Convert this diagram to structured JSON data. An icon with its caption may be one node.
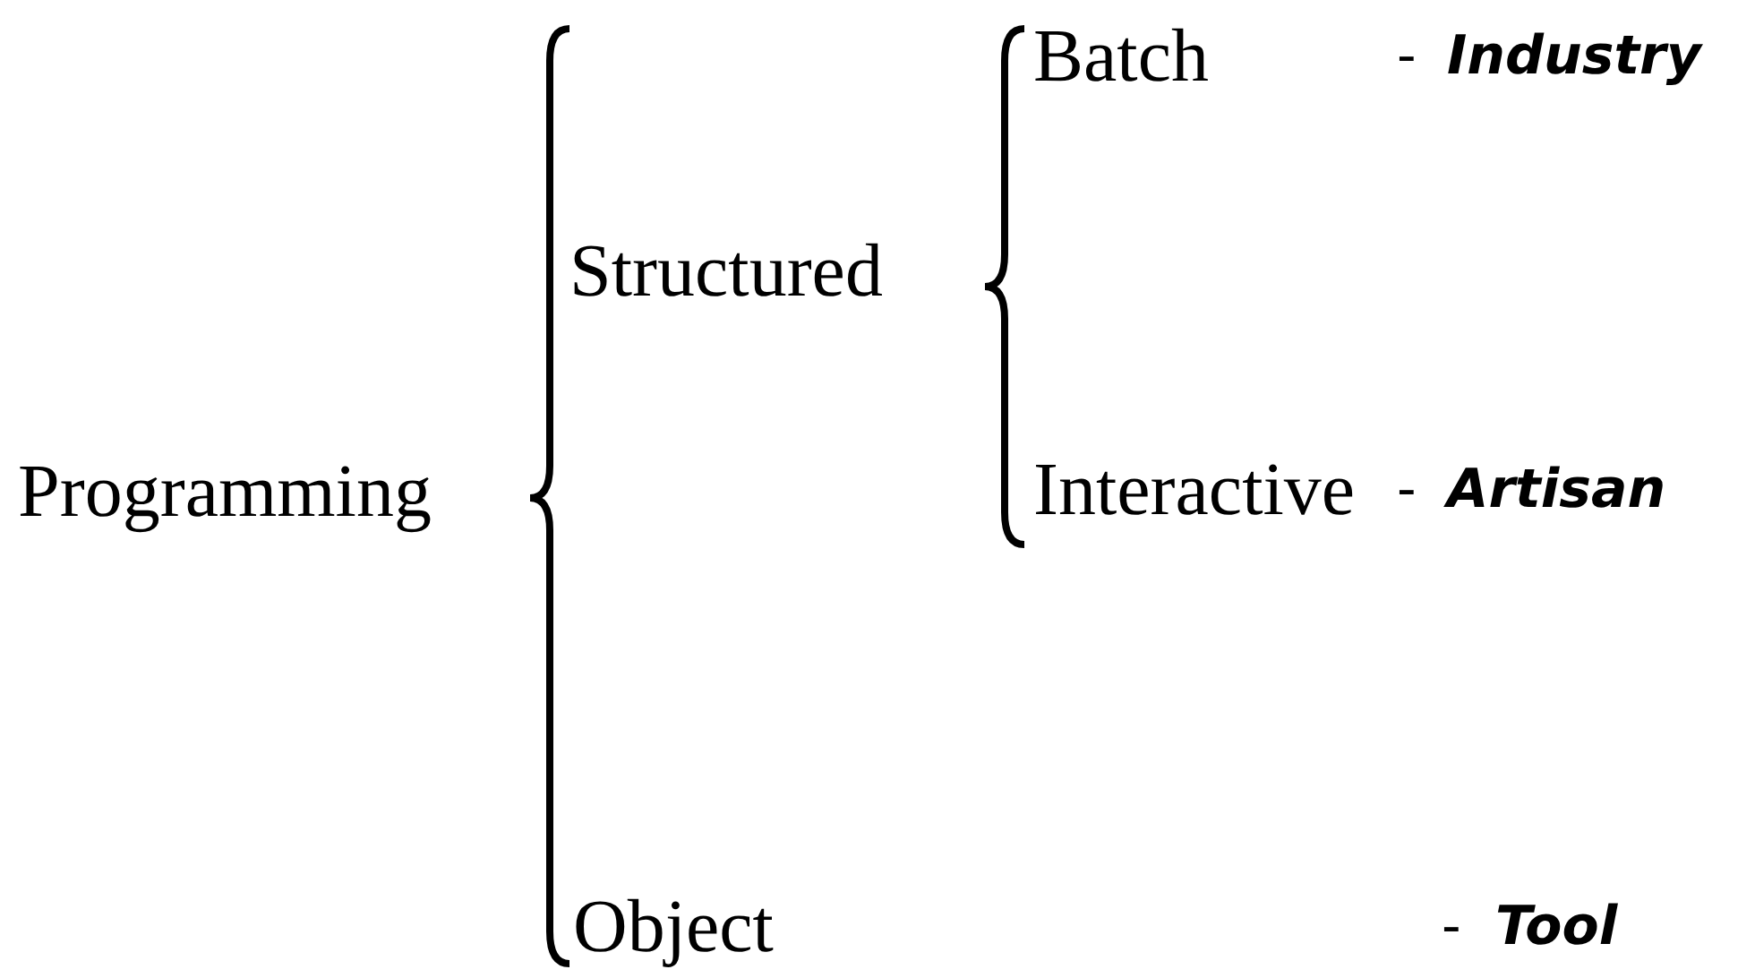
{
  "diagram": {
    "labels": [
      "Programming",
      "Structured",
      "Batch",
      "-",
      "Industry",
      "Interactive",
      "-",
      "Artisan",
      "Object",
      "-",
      "Tool"
    ]
  }
}
